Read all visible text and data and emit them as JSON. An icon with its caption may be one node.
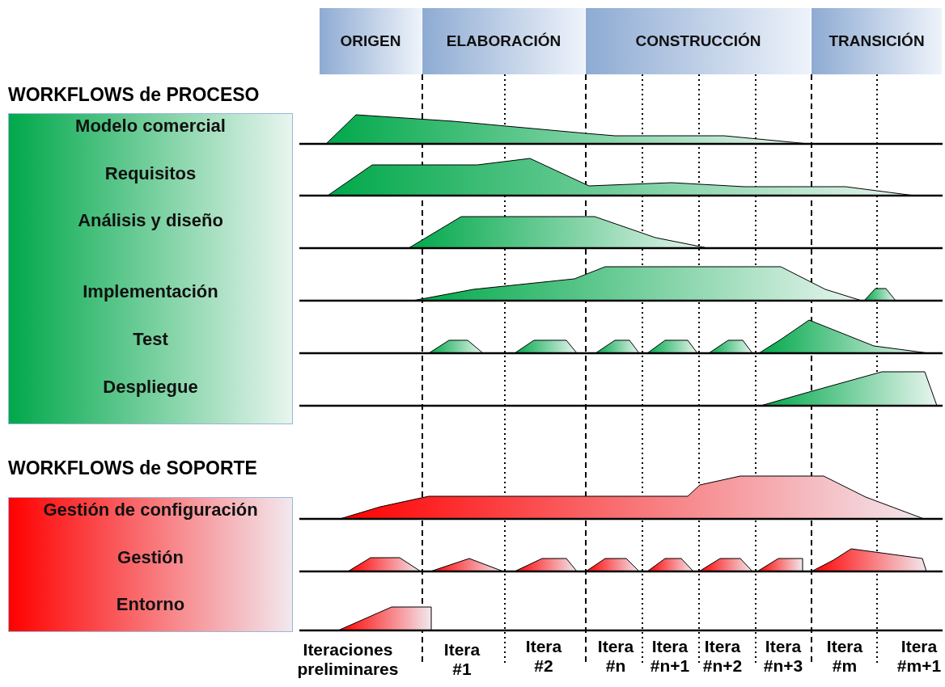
{
  "diagram": {
    "nodes": [
      {
        "text": [
          "ORIGEN"
        ]
      },
      {
        "text": [
          "ELABORACIÓN"
        ]
      },
      {
        "text": [
          "CONSTRUCCIÓN"
        ]
      },
      {
        "text": [
          "TRANSICIÓN"
        ]
      },
      {
        "text": [
          "Modelo comercial",
          "Requisitos",
          "Análisis y diseño",
          "Implementación",
          "Test",
          "Despliegue"
        ]
      },
      {
        "text": [
          "Gestión de configuración",
          "Gestión",
          "Entorno"
        ]
      }
    ],
    "labels": [
      "WORKFLOWS de PROCESO",
      "WORKFLOWS de SOPORTE",
      "Iteraciones preliminares",
      "Itera #1",
      "Itera #2",
      "Itera #n",
      "Itera #n+1",
      "Itera #n+2",
      "Itera #n+3",
      "Itera #m",
      "Itera #m+1"
    ]
  }
}
